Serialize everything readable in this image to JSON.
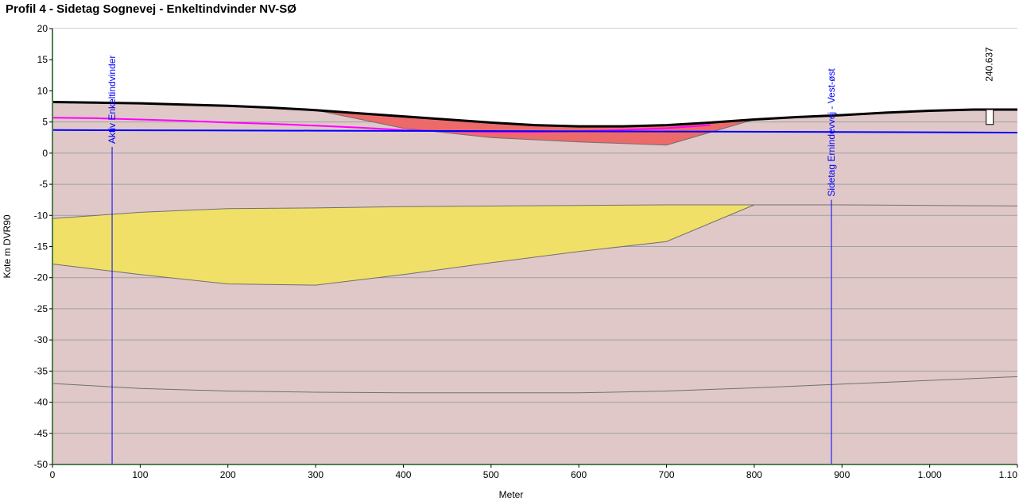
{
  "chart_data": {
    "type": "area",
    "title": "Profil 4 - Sidetag Sognevej - Enkeltindvinder NV-SØ",
    "xlabel": "Meter",
    "ylabel": "Kote m DVR90",
    "xlim": [
      0,
      1100
    ],
    "ylim": [
      -50,
      20
    ],
    "x_ticks": [
      0,
      100,
      200,
      300,
      400,
      500,
      600,
      700,
      800,
      900,
      1000,
      1100
    ],
    "x_tick_labels": [
      "0",
      "100",
      "200",
      "300",
      "400",
      "500",
      "600",
      "700",
      "800",
      "900",
      "1.000",
      "1.10"
    ],
    "y_ticks": [
      20,
      15,
      10,
      5,
      0,
      -5,
      -10,
      -15,
      -20,
      -25,
      -30,
      -35,
      -40,
      -45,
      -50
    ],
    "grid": true,
    "colors": {
      "background": "#e0c8c8",
      "clay": "#f0e068",
      "sand": "#ec6a6a",
      "terrain": "#000000",
      "water": "#0000ff",
      "magenta": "#ff00ff",
      "wells": "#0000ff",
      "layer_lines": "#707070"
    },
    "terrain": {
      "x": [
        0,
        50,
        100,
        150,
        200,
        250,
        300,
        350,
        400,
        450,
        500,
        550,
        600,
        650,
        700,
        750,
        800,
        850,
        900,
        950,
        1000,
        1050,
        1100
      ],
      "y": [
        8.2,
        8.1,
        8.0,
        7.8,
        7.6,
        7.3,
        6.9,
        6.4,
        5.9,
        5.4,
        4.9,
        4.5,
        4.3,
        4.3,
        4.5,
        4.9,
        5.4,
        5.8,
        6.1,
        6.5,
        6.8,
        7.0,
        7.0
      ]
    },
    "magenta_line": {
      "x": [
        0,
        50,
        100,
        150,
        200,
        250,
        300,
        350,
        400,
        450,
        500,
        550,
        600,
        650,
        700,
        750
      ],
      "y": [
        5.7,
        5.6,
        5.4,
        5.2,
        4.9,
        4.7,
        4.4,
        4.1,
        3.7,
        3.5,
        3.4,
        3.4,
        3.5,
        3.7,
        4.0,
        4.5
      ]
    },
    "water_line": {
      "x": [
        0,
        300,
        600,
        900,
        1100
      ],
      "y": [
        3.7,
        3.6,
        3.5,
        3.4,
        3.3
      ]
    },
    "sand_body": {
      "x": [
        300,
        400,
        500,
        600,
        700,
        750,
        800,
        700,
        600,
        500,
        400,
        300
      ],
      "y": [
        6.9,
        5.9,
        4.9,
        4.3,
        4.5,
        4.9,
        5.4,
        1.3,
        1.8,
        2.5,
        4.0,
        6.9
      ]
    },
    "clay_body": {
      "x": [
        0,
        100,
        200,
        300,
        400,
        500,
        600,
        700,
        800,
        700,
        600,
        500,
        400,
        300,
        200,
        100,
        0
      ],
      "y": [
        -10.5,
        -9.5,
        -8.9,
        -8.8,
        -8.6,
        -8.5,
        -8.4,
        -8.3,
        -8.3,
        -14.2,
        -15.8,
        -17.6,
        -19.5,
        -21.2,
        -21.0,
        -19.5,
        -17.8
      ]
    },
    "upper_layer_line": {
      "x": [
        800,
        900,
        1000,
        1100
      ],
      "y": [
        -8.3,
        -8.3,
        -8.4,
        -8.5
      ]
    },
    "deep_layer_line": {
      "x": [
        0,
        100,
        200,
        300,
        400,
        500,
        600,
        700,
        800,
        900,
        1000,
        1100
      ],
      "y": [
        -37.0,
        -37.8,
        -38.2,
        -38.4,
        -38.5,
        -38.5,
        -38.5,
        -38.2,
        -37.7,
        -37.1,
        -36.5,
        -35.9
      ]
    },
    "wells": [
      {
        "x": 68,
        "y_top": 1.0,
        "label": "Aktiv Enkeltindvinder"
      },
      {
        "x": 888,
        "y_top": -7.5,
        "label": "Sidetag Ernindevvej - Vest-øst"
      }
    ],
    "annotations": [
      {
        "x": 1068,
        "y": 11.5,
        "label": "240.637"
      }
    ]
  }
}
